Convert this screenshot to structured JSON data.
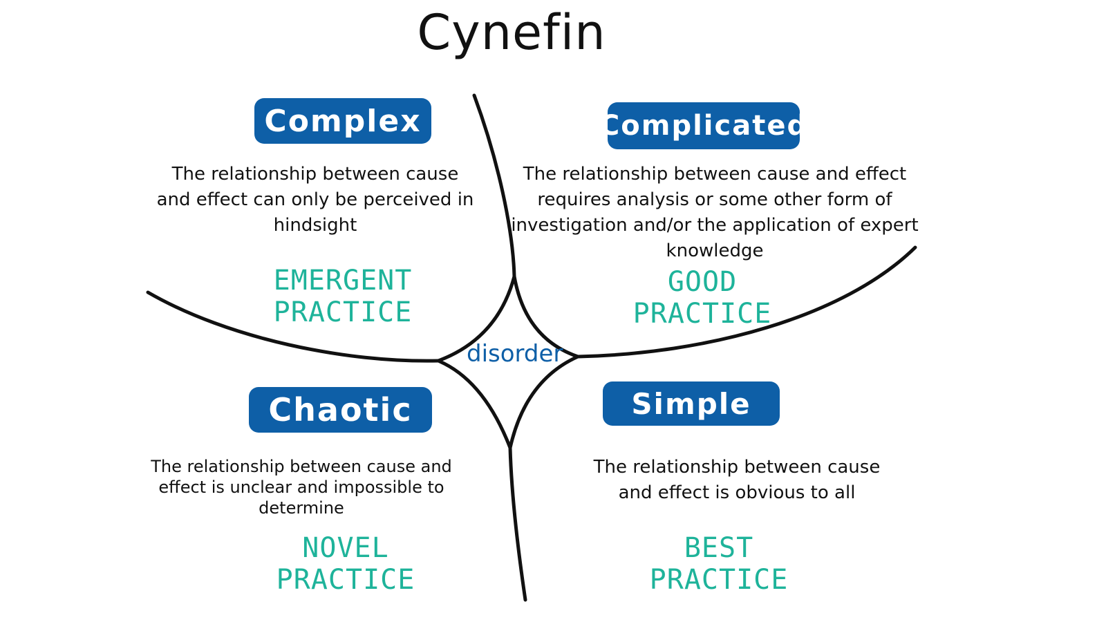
{
  "title": "Cynefin",
  "domains": {
    "complex": {
      "name": "Complex",
      "description": "The relationship between cause and effect can only be perceived in hindsight",
      "practice": "EMERGENT PRACTICE"
    },
    "complicated": {
      "name": "Complicated",
      "description": "The relationship between cause and effect requires analysis or some other form of investigation and/or the application of expert knowledge",
      "practice": "GOOD PRACTICE"
    },
    "chaotic": {
      "name": "Chaotic",
      "description": "The relationship between cause and effect is unclear and impossible to determine",
      "practice": "NOVEL PRACTICE"
    },
    "simple": {
      "name": "Simple",
      "description": "The relationship between cause and effect is obvious to all",
      "practice": "BEST PRACTICE"
    }
  },
  "center_label": "disorder",
  "colors": {
    "badge": "#0e5fa7",
    "practice": "#1eb39a",
    "center_label": "#0e5fa7",
    "lines": "#111111"
  }
}
